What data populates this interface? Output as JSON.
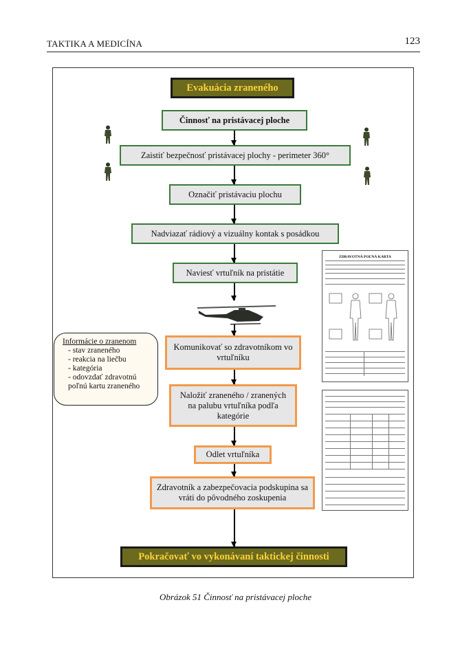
{
  "header": {
    "title": "TAKTIKA A MEDICÍNA",
    "page_number": "123"
  },
  "diagram": {
    "title": "Evakuácia zraneného",
    "steps": [
      "Činnosť na pristávacej ploche",
      "Zaistiť bezpečnosť pristávacej plochy - perimeter 360°",
      "Označiť pristávaciu plochu",
      "Nadviazať rádiový a vizuálny kontak s posádkou",
      "Naviesť vrtuľník na pristátie",
      "Komunikovať so zdravotníkom vo vrtuľníku",
      "Naložiť zraneného / zranených na palubu vrtuľníka podľa kategórie",
      "Odlet vrtuľníka",
      "Zdravotník a zabezpečovacia podskupina sa vráti do pôvodného zoskupenia",
      "Pokračovať vo vykonávaní taktickej činnosti"
    ],
    "info": {
      "title": "Informácie o zranenom",
      "items": [
        "stav zraneného",
        "reakcia na liečbu",
        "kategória",
        "odovzdať zdravotnú poľnú kartu zraneného"
      ]
    },
    "form_title": "ZDRAVOTNÁ POĽNÁ KARTA"
  },
  "caption": "Obrázok 51 Činnosť na pristávacej ploche",
  "colors": {
    "title_bg": "#6b6a1e",
    "title_text": "#ffd23a",
    "green_border": "#3a7a3a",
    "orange_border": "#f39a4a",
    "box_fill": "#e6e6e6"
  }
}
